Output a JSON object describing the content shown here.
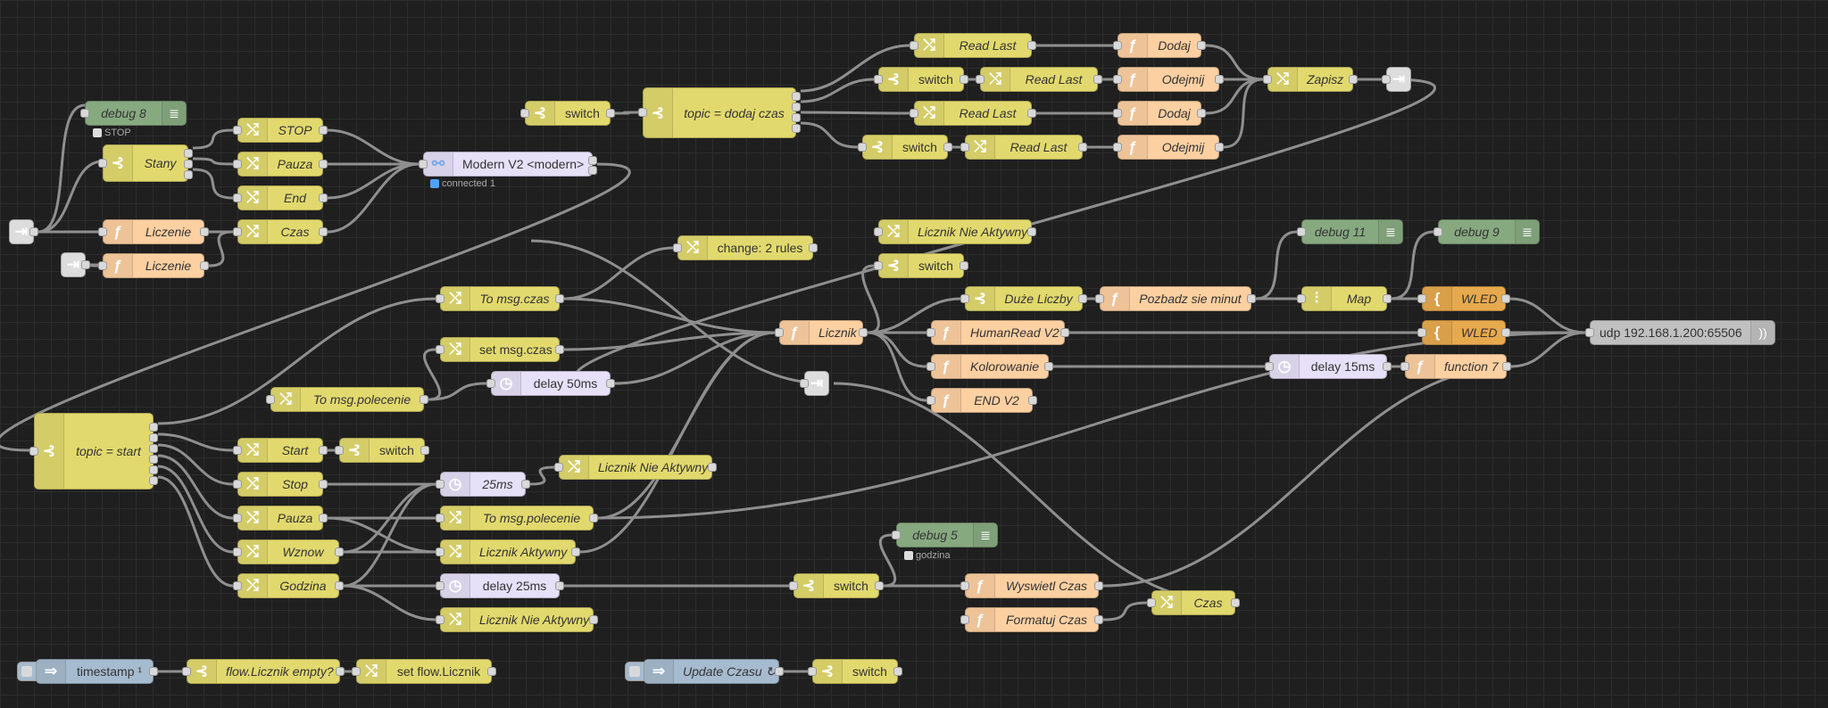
{
  "canvas": {
    "title": "Node-RED flow editor"
  },
  "colors": {
    "change": "#e2d96e",
    "function": "#fdd0a2",
    "template": "#e7a94e",
    "debug": "#87a980",
    "delay": "#e6e0f8",
    "udp": "#c0c0c0",
    "inject": "#a6bbcf",
    "link": "#dddddd",
    "wire": "#8f8f8f"
  },
  "nodes": {
    "debug8": {
      "label": "debug 8",
      "status": "STOP"
    },
    "stany": {
      "label": "Stany"
    },
    "stop": {
      "label": "STOP"
    },
    "pauza": {
      "label": "Pauza"
    },
    "end": {
      "label": "End"
    },
    "czas1": {
      "label": "Czas"
    },
    "liczenie1": {
      "label": "Liczenie"
    },
    "liczenie2": {
      "label": "Liczenie"
    },
    "modern": {
      "label": "Modern V2 <modern>",
      "status": "connected 1"
    },
    "switchTop": {
      "label": "switch"
    },
    "topicDodaj": {
      "label": "topic = dodaj czas"
    },
    "readLast1": {
      "label": "Read Last"
    },
    "switch2": {
      "label": "switch"
    },
    "readLast2": {
      "label": "Read Last"
    },
    "readLast3": {
      "label": "Read Last"
    },
    "switch3": {
      "label": "switch"
    },
    "readLast4": {
      "label": "Read Last"
    },
    "dodaj1": {
      "label": "Dodaj"
    },
    "odejmij1": {
      "label": "Odejmij"
    },
    "dodaj2": {
      "label": "Dodaj"
    },
    "odejmij2": {
      "label": "Odejmij"
    },
    "zapisz": {
      "label": "Zapisz"
    },
    "lnaTop": {
      "label": "Licznik Nie Aktywny"
    },
    "switchMid": {
      "label": "switch"
    },
    "change2": {
      "label": "change: 2 rules"
    },
    "toMsgCzas": {
      "label": "To msg.czas"
    },
    "setMsgCzas": {
      "label": "set msg.czas"
    },
    "delay50": {
      "label": "delay 50ms"
    },
    "toMsgPolecenie1": {
      "label": "To msg.polecenie"
    },
    "licznik": {
      "label": "Licznik"
    },
    "duzeLiczby": {
      "label": "Duże Liczby"
    },
    "pozbadz": {
      "label": "Pozbadz sie minut"
    },
    "humanRead": {
      "label": "HumanRead V2"
    },
    "kolorowanie": {
      "label": "Kolorowanie"
    },
    "endV2": {
      "label": "END V2"
    },
    "debug11": {
      "label": "debug 11"
    },
    "debug9": {
      "label": "debug 9"
    },
    "map": {
      "label": "Map"
    },
    "wled1": {
      "label": "WLED"
    },
    "wled2": {
      "label": "WLED"
    },
    "delay15": {
      "label": "delay 15ms"
    },
    "function7": {
      "label": "function 7"
    },
    "udp": {
      "label": "udp 192.168.1.200:65506"
    },
    "topicStart": {
      "label": "topic = start"
    },
    "start": {
      "label": "Start"
    },
    "switchStart": {
      "label": "switch"
    },
    "stop2": {
      "label": "Stop"
    },
    "pauza2": {
      "label": "Pauza"
    },
    "wznow": {
      "label": "Wznow"
    },
    "godzina": {
      "label": "Godzina"
    },
    "d25": {
      "label": "25ms"
    },
    "lnaMid": {
      "label": "Licznik Nie Aktywny"
    },
    "toMsgPolecenie2": {
      "label": "To msg.polecenie"
    },
    "licznikAktywny": {
      "label": "Licznik Aktywny"
    },
    "delay25": {
      "label": "delay 25ms"
    },
    "lnaBottom": {
      "label": "Licznik Nie Aktywny"
    },
    "debug5": {
      "label": "debug 5",
      "status": "godzina"
    },
    "switchGodz": {
      "label": "switch"
    },
    "wyswietl": {
      "label": "Wyswietl Czas"
    },
    "formatuj": {
      "label": "Formatuj Czas"
    },
    "czas2": {
      "label": "Czas"
    },
    "timestamp": {
      "label": "timestamp ¹"
    },
    "flowEmpty": {
      "label": "flow.Licznik empty?"
    },
    "setFlow": {
      "label": "set flow.Licznik"
    },
    "updateCzasu": {
      "label": "Update Czasu ↻"
    },
    "switchUpd": {
      "label": "switch"
    }
  }
}
